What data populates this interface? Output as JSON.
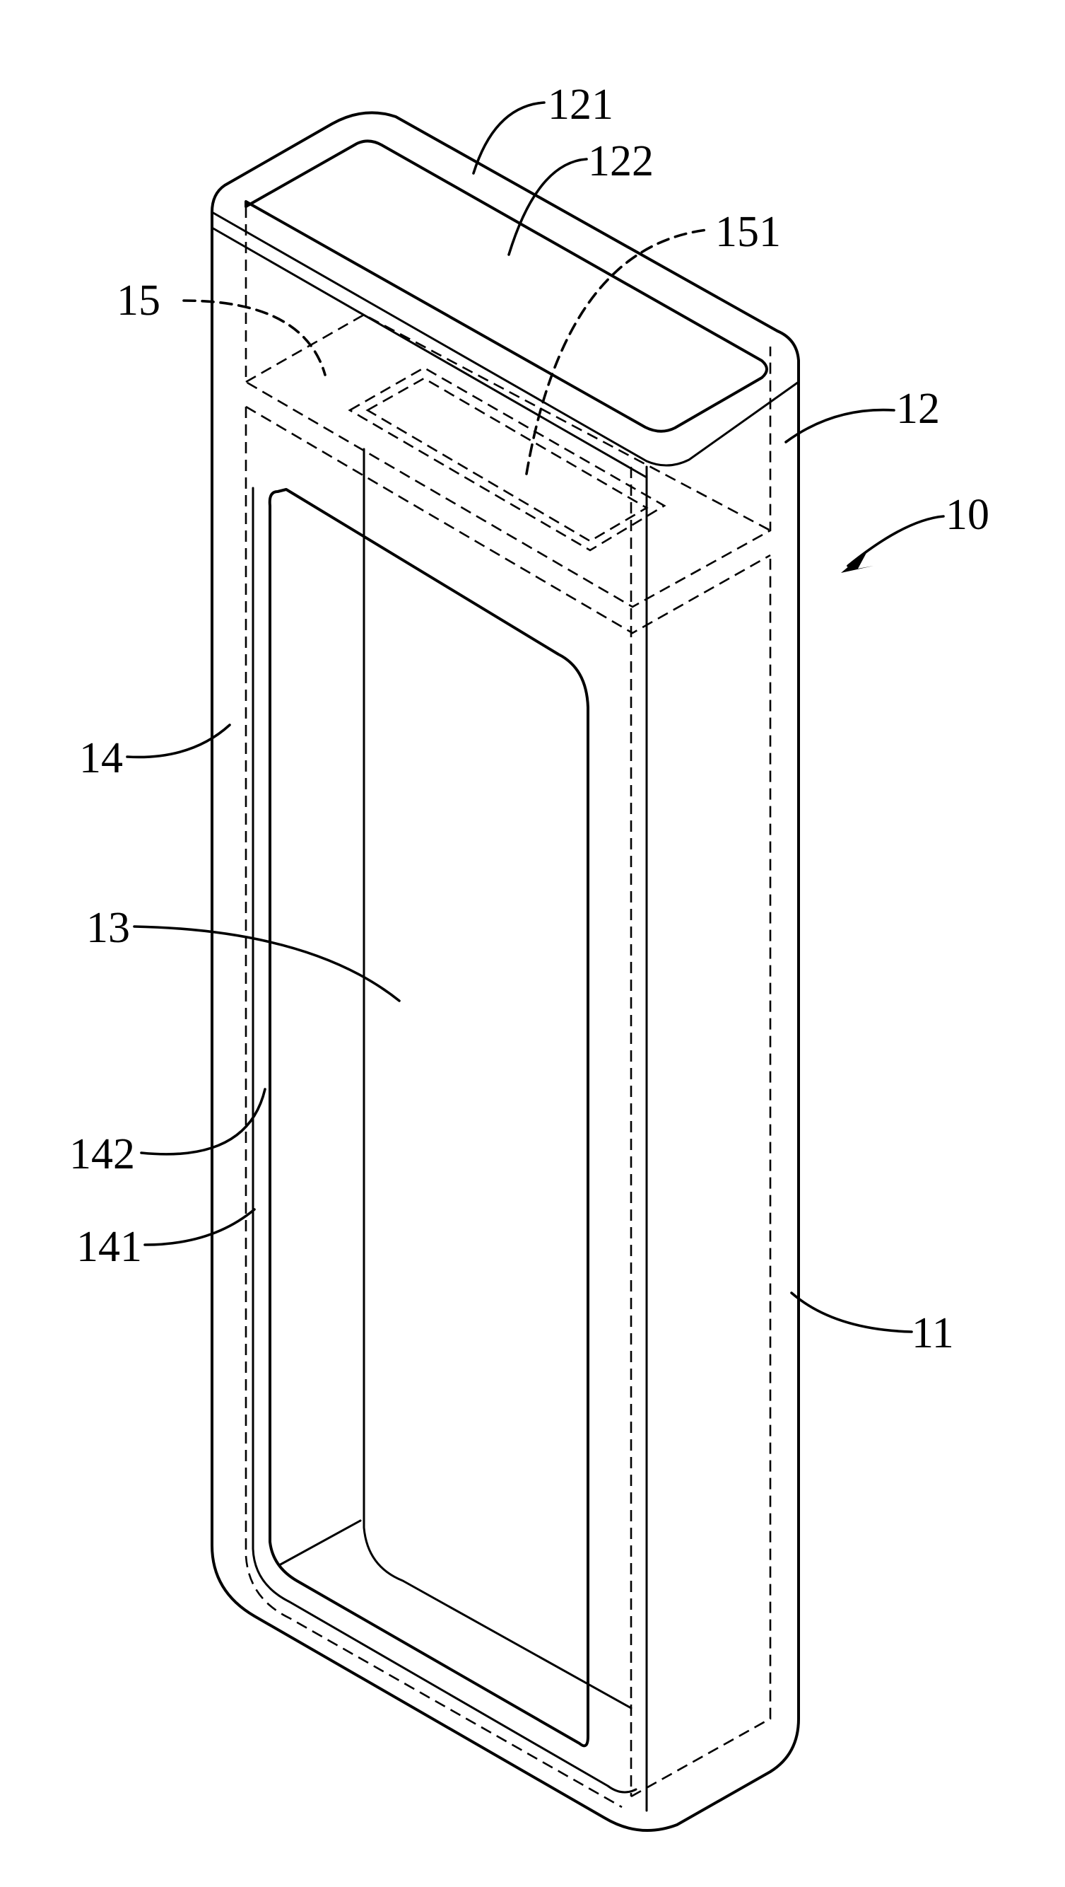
{
  "labels": {
    "l10": "10",
    "l11": "11",
    "l12": "12",
    "l121": "121",
    "l122": "122",
    "l13": "13",
    "l14": "14",
    "l141": "141",
    "l142": "142",
    "l15": "15",
    "l151": "151"
  },
  "colors": {
    "line": "#000000",
    "paper": "#ffffff"
  }
}
